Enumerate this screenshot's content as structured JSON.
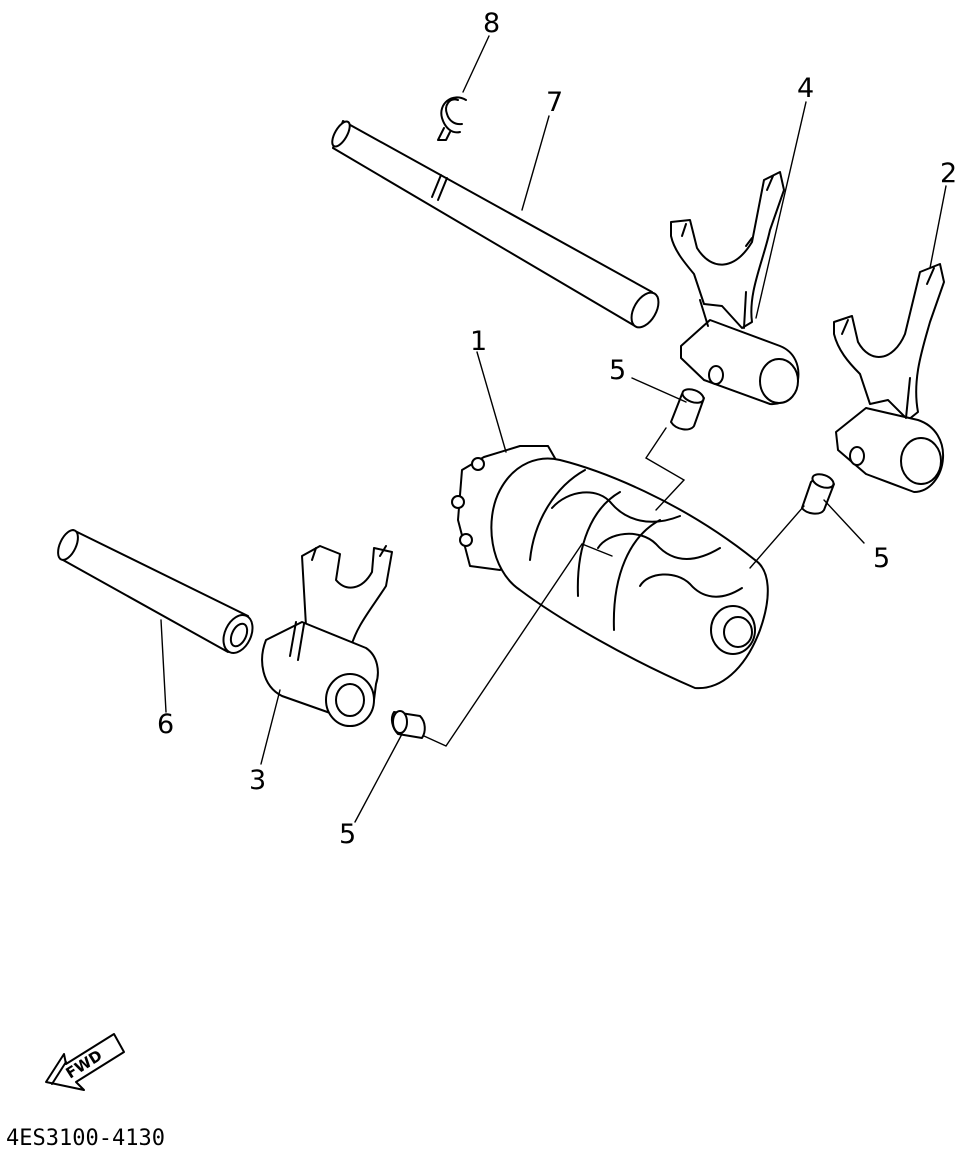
{
  "callouts": [
    {
      "id": "c1",
      "label": "1"
    },
    {
      "id": "c2",
      "label": "2"
    },
    {
      "id": "c3",
      "label": "3"
    },
    {
      "id": "c4",
      "label": "4"
    },
    {
      "id": "c5a",
      "label": "5"
    },
    {
      "id": "c5b",
      "label": "5"
    },
    {
      "id": "c5c",
      "label": "5"
    },
    {
      "id": "c6",
      "label": "6"
    },
    {
      "id": "c7",
      "label": "7"
    },
    {
      "id": "c8",
      "label": "8"
    }
  ],
  "direction_arrow": {
    "label": "FWD"
  },
  "diagram_code": "4ES3100-4130"
}
